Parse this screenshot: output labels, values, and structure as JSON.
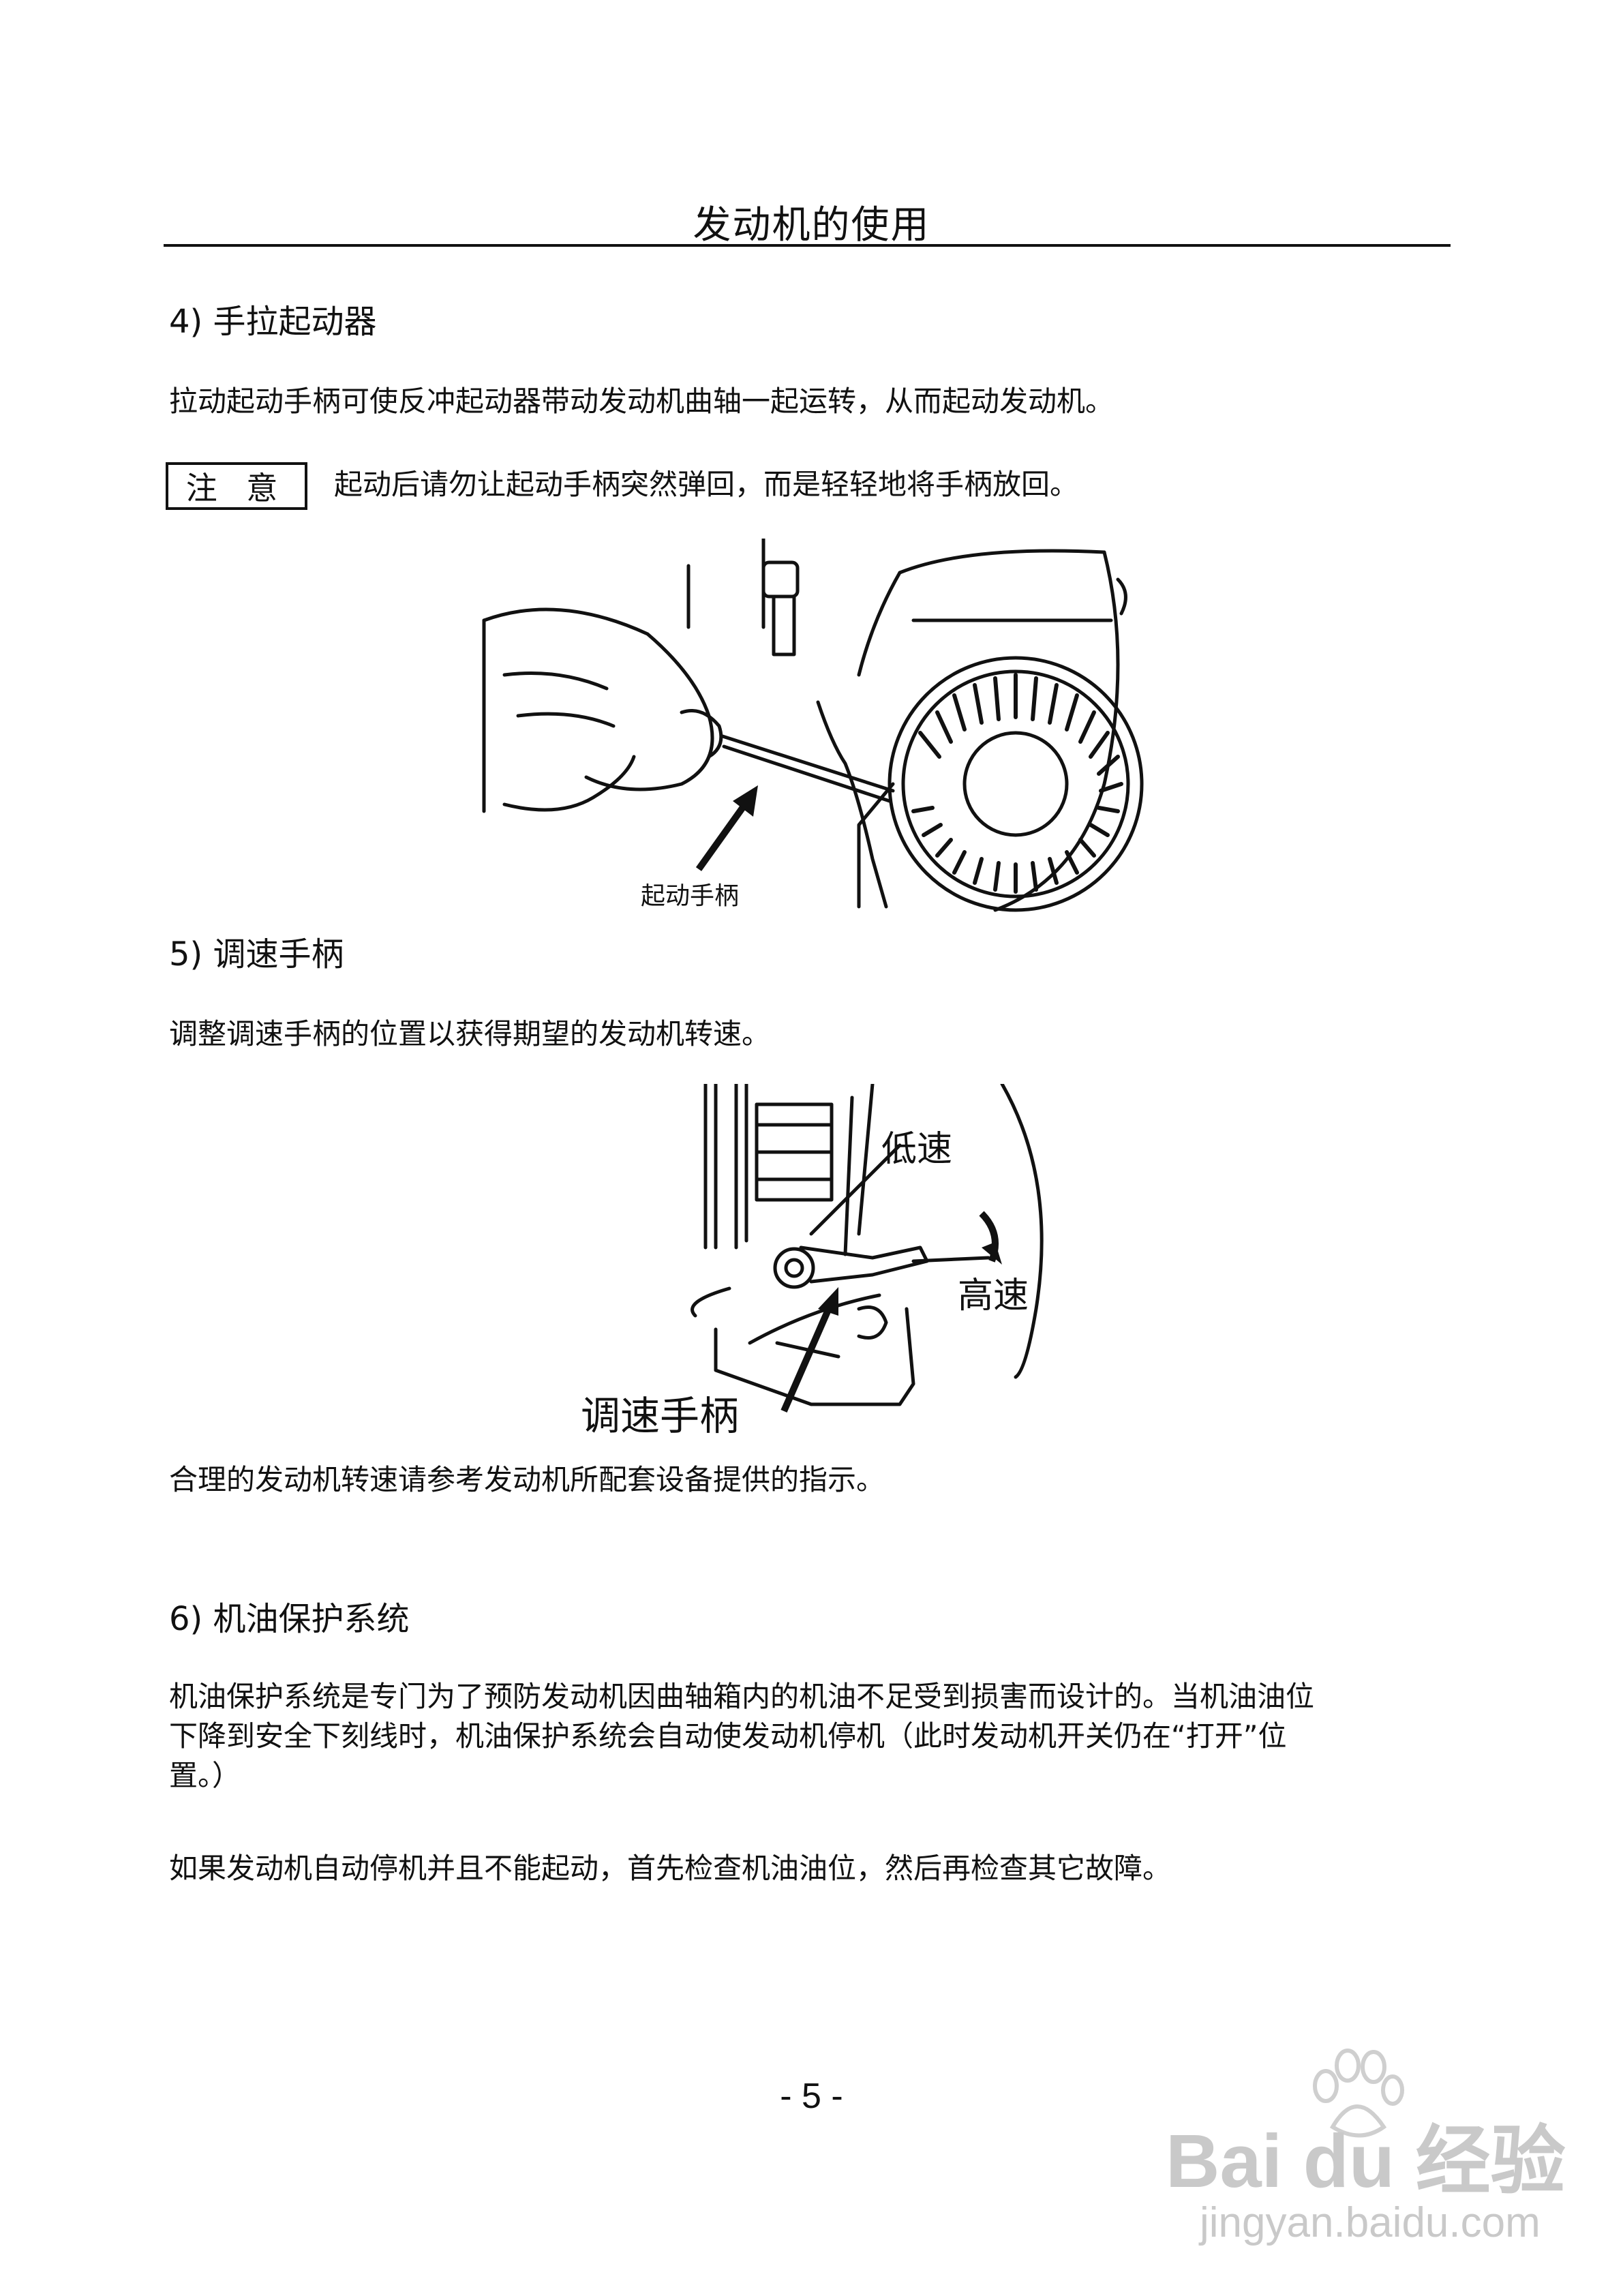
{
  "header": {
    "title": "发动机的使用"
  },
  "sections": [
    {
      "title": "4) 手拉起动器",
      "paragraphs": [
        "拉动起动手柄可使反冲起动器带动发动机曲轴一起运转，从而起动发动机。"
      ],
      "notice": {
        "label": "注 意",
        "text": "起动后请勿让起动手柄突然弹回，而是轻轻地将手柄放回。"
      },
      "figure_label": "起动手柄"
    },
    {
      "title": "5) 调速手柄",
      "paragraphs": [
        "调整调速手柄的位置以获得期望的发动机转速。"
      ],
      "figure_labels": {
        "low": "低速",
        "high": "高速",
        "lever": "调速手柄"
      },
      "after": "合理的发动机转速请参考发动机所配套设备提供的指示。"
    },
    {
      "title": "6) 机油保护系统",
      "paragraphs": [
        "机油保护系统是专门为了预防发动机因曲轴箱内的机油不足受到损害而设计的。当机油油位",
        "下降到安全下刻线时，机油保护系统会自动使发动机停机（此时发动机开关仍在“打开”位",
        "置。）",
        "如果发动机自动停机并且不能起动，首先检查机油油位，然后再检查其它故障。"
      ]
    }
  ],
  "page_number": "- 5 -",
  "watermark": {
    "logo": "Bai du 经验",
    "url": "jingyan.baidu.com"
  }
}
